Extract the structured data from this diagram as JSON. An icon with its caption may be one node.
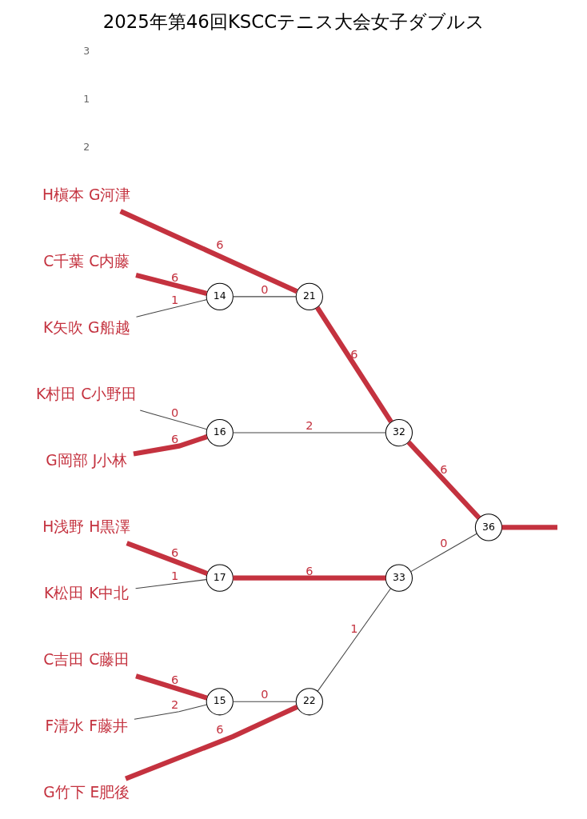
{
  "diagram": {
    "title": "2025年第46回KSCCテニス大会女子ダブルス",
    "nodes": [
      {
        "text": [
          "H槇本 G河津"
        ]
      },
      {
        "text": [
          "C千葉 C内藤"
        ]
      },
      {
        "text": [
          "K矢吹 G船越"
        ]
      },
      {
        "text": [
          "K村田 C小野田"
        ]
      },
      {
        "text": [
          "G岡部 J小林"
        ]
      },
      {
        "text": [
          "H浅野 H黒澤"
        ]
      },
      {
        "text": [
          "K松田 K中北"
        ]
      },
      {
        "text": [
          "C吉田 C藤田"
        ]
      },
      {
        "text": [
          "F清水 F藤井"
        ]
      },
      {
        "text": [
          "G竹下 E肥後"
        ]
      },
      {
        "text": [
          "14"
        ]
      },
      {
        "text": [
          "21"
        ]
      },
      {
        "text": [
          "16"
        ]
      },
      {
        "text": [
          "32"
        ]
      },
      {
        "text": [
          "17"
        ]
      },
      {
        "text": [
          "15"
        ]
      },
      {
        "text": [
          "22"
        ]
      },
      {
        "text": [
          "33"
        ]
      },
      {
        "text": [
          "36"
        ]
      }
    ],
    "edges": [
      {
        "from": 0,
        "to": 11,
        "arrow": "none",
        "label": "6"
      },
      {
        "from": 1,
        "to": 10,
        "arrow": "none",
        "label": "6"
      },
      {
        "from": 2,
        "to": 10,
        "arrow": "none",
        "label": "1",
        "color": "#444444"
      },
      {
        "from": 10,
        "to": 11,
        "arrow": "none",
        "label": "0",
        "color": "#444444"
      },
      {
        "from": 3,
        "to": 12,
        "arrow": "none",
        "label": "0",
        "color": "#444444"
      },
      {
        "from": 4,
        "to": 12,
        "arrow": "none",
        "label": "6"
      },
      {
        "from": 11,
        "to": 13,
        "arrow": "none",
        "label": "6"
      },
      {
        "from": 12,
        "to": 13,
        "arrow": "none",
        "label": "2",
        "color": "#444444"
      },
      {
        "from": 5,
        "to": 14,
        "arrow": "none",
        "label": "6"
      },
      {
        "from": 6,
        "to": 14,
        "arrow": "none",
        "label": "1",
        "color": "#444444"
      },
      {
        "from": 7,
        "to": 15,
        "arrow": "none",
        "label": "6"
      },
      {
        "from": 8,
        "to": 15,
        "arrow": "none",
        "label": "2",
        "color": "#444444"
      },
      {
        "from": 15,
        "to": 16,
        "arrow": "none",
        "label": "0",
        "color": "#444444"
      },
      {
        "from": 9,
        "to": 16,
        "arrow": "none",
        "label": "6"
      },
      {
        "from": 14,
        "to": 17,
        "arrow": "none",
        "label": "6"
      },
      {
        "from": 16,
        "to": 17,
        "arrow": "none",
        "label": "1",
        "color": "#444444"
      },
      {
        "from": 13,
        "to": 18,
        "arrow": "none",
        "label": "6"
      },
      {
        "from": 17,
        "to": 18,
        "arrow": "none",
        "label": "0",
        "color": "#444444"
      },
      {
        "from": 18,
        "to": null,
        "arrow": "none"
      }
    ],
    "labels": [
      "2",
      "1",
      "3"
    ]
  }
}
